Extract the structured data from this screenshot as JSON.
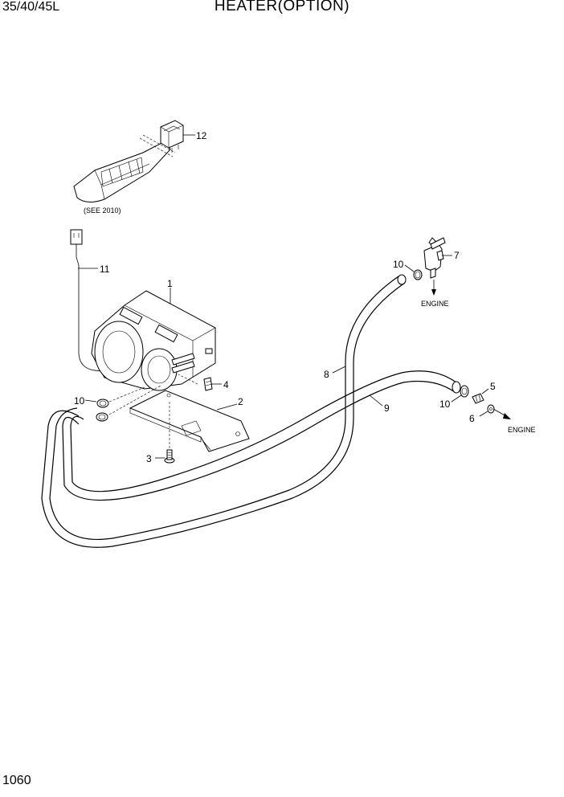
{
  "header": {
    "model": "35/40/45L",
    "title": "HEATER(OPTION)"
  },
  "footer": {
    "page_number": "1060"
  },
  "callouts": [
    {
      "id": "1",
      "label": "1"
    },
    {
      "id": "2",
      "label": "2"
    },
    {
      "id": "3",
      "label": "3"
    },
    {
      "id": "4",
      "label": "4"
    },
    {
      "id": "5",
      "label": "5"
    },
    {
      "id": "6",
      "label": "6"
    },
    {
      "id": "7",
      "label": "7"
    },
    {
      "id": "8",
      "label": "8"
    },
    {
      "id": "9",
      "label": "9"
    },
    {
      "id": "10",
      "label": "10"
    },
    {
      "id": "11",
      "label": "11"
    },
    {
      "id": "12",
      "label": "12"
    }
  ],
  "notes": {
    "see_ref": "(SEE 2010)",
    "engine_label": "ENGINE"
  }
}
